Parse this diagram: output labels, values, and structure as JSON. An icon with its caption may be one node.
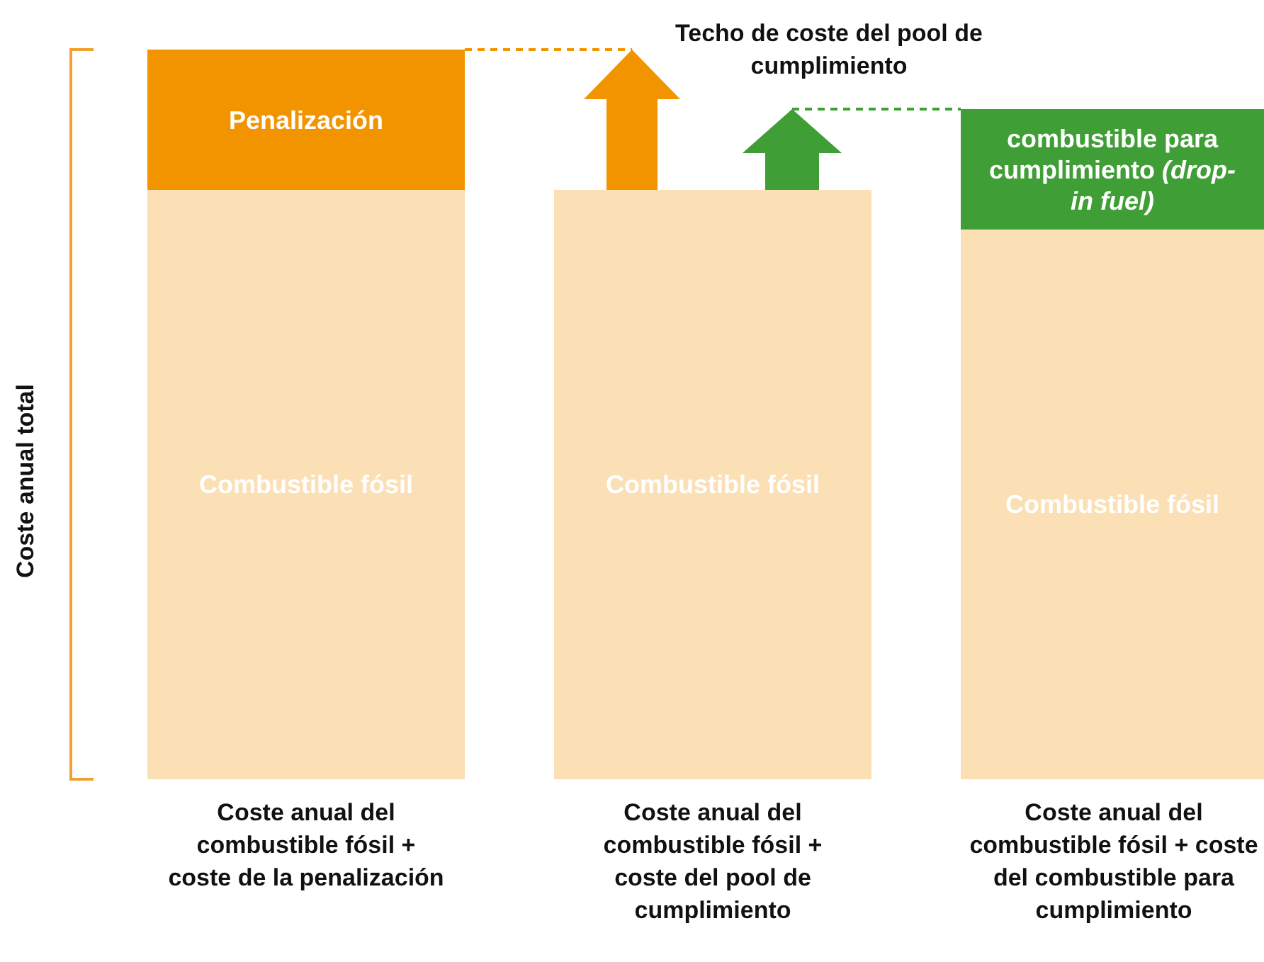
{
  "diagram": {
    "nodes": [
      {
        "text": [
          "Penalización"
        ]
      },
      {
        "text": [
          "Combustible fósil"
        ]
      },
      {
        "text": [
          "Combustible fósil"
        ]
      },
      {
        "text": [
          "combustible para cumplimiento *(drop-in fuel)*"
        ]
      },
      {
        "text": [
          "Combustible fósil"
        ]
      }
    ],
    "edges": [],
    "labels": [
      "Techo de coste del pool de cumplimiento",
      "Coste anual total",
      "Coste anual del combustible fósil + coste de la penalización",
      "Coste anual del combustible fósil + coste del pool de cumplimiento",
      "Coste anual del combustible fósil + coste del combustible para cumplimiento"
    ]
  }
}
